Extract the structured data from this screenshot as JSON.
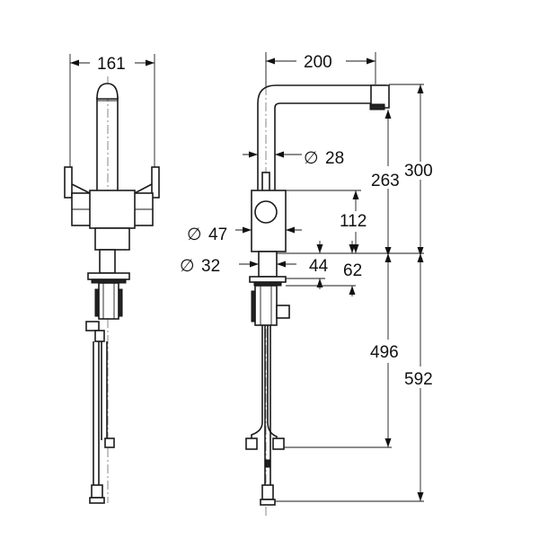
{
  "front_view": {
    "width_label": "161"
  },
  "side_view": {
    "reach_label": "200",
    "spout_diameter_label": "28",
    "handle_height_label": "263",
    "total_height_label": "300",
    "handle_offset_label": "112",
    "body_diameter_label": "47",
    "base_diameter_label": "32",
    "deck_to_body_label": "44",
    "mount_depth_label": "62",
    "hose_length_label": "496",
    "overall_hose_label": "592",
    "diameter_symbol": "∅"
  }
}
